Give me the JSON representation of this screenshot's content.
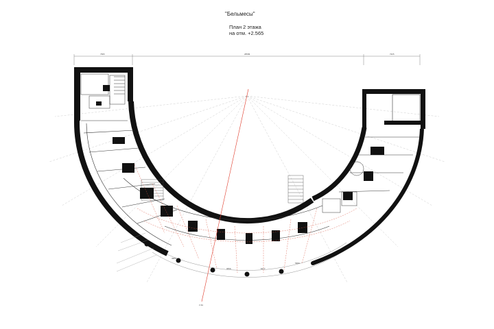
{
  "title": {
    "project_name": "\"Бельмесы\"",
    "plan_line1": "План 2 этажа",
    "plan_line2": "на отм. +2.565"
  },
  "dimensions": {
    "left": "7365",
    "middle": "28586",
    "right": "7225",
    "arc_a": "4980",
    "arc_b": "9556",
    "arc_c": "6277",
    "arc_d": "5560"
  },
  "axis_label": "2.4м",
  "colors": {
    "wall": "#111111",
    "line": "#555555",
    "axis": "#e03a2a",
    "grid": "#d8503c"
  }
}
